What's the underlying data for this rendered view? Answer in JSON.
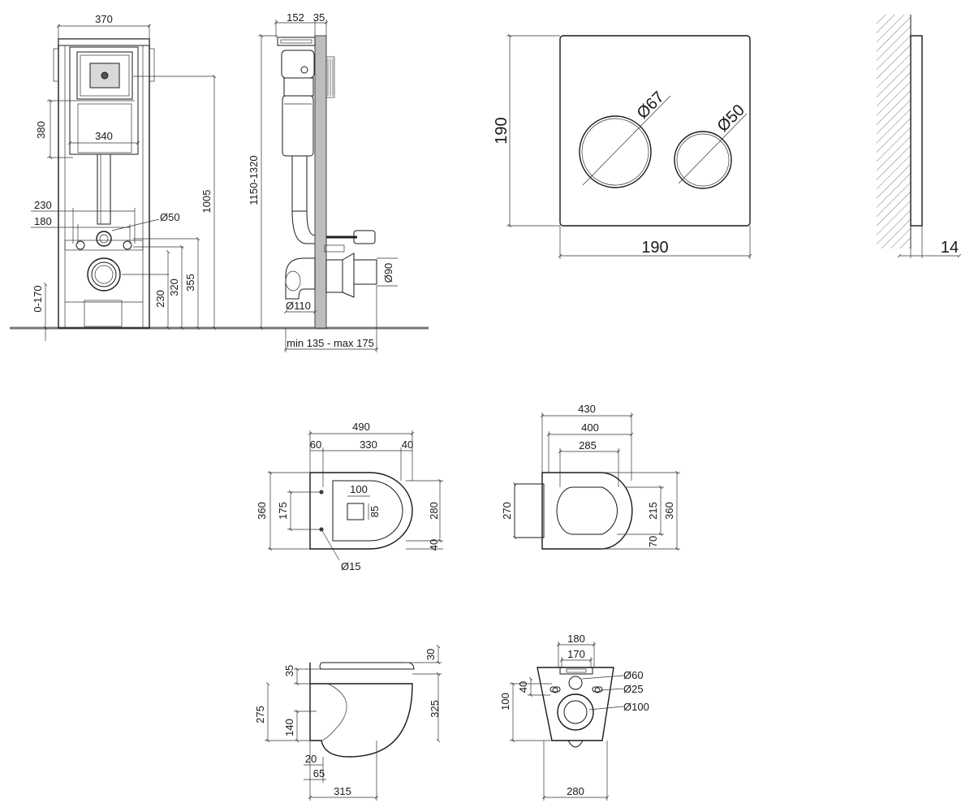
{
  "frame_front": {
    "width_370": "370",
    "width_340": "340",
    "height_380": "380",
    "w230": "230",
    "w180": "180",
    "d50": "Ø50",
    "h1005": "1005",
    "h355": "355",
    "h320": "320",
    "h230": "230",
    "h0170": "0-170"
  },
  "frame_side": {
    "w152": "152",
    "w35": "35",
    "h1150_1320": "1150-1320",
    "d90": "Ø90",
    "d110": "Ø110",
    "depth_range": "min 135 - max 175"
  },
  "flush_plate": {
    "h190": "190",
    "w190": "190",
    "d67": "Ø67",
    "d50": "Ø50"
  },
  "plate_side": {
    "t14": "14"
  },
  "bowl_top": {
    "w490": "490",
    "w60": "60",
    "w330": "330",
    "w40": "40",
    "w100": "100",
    "h85": "85",
    "h360": "360",
    "h175": "175",
    "h280": "280",
    "h40": "40",
    "d15": "Ø15"
  },
  "seat_top": {
    "w430": "430",
    "w400": "400",
    "w285": "285",
    "h270": "270",
    "h215": "215",
    "h360": "360",
    "h70": "70"
  },
  "bowl_side": {
    "h30": "30",
    "h35": "35",
    "h275": "275",
    "h325": "325",
    "h140": "140",
    "w20": "20",
    "w65": "65",
    "w315": "315"
  },
  "bowl_back": {
    "w180": "180",
    "w170": "170",
    "d60": "Ø60",
    "d25": "Ø25",
    "d100": "Ø100",
    "h100": "100",
    "h40": "40",
    "w280": "280"
  }
}
